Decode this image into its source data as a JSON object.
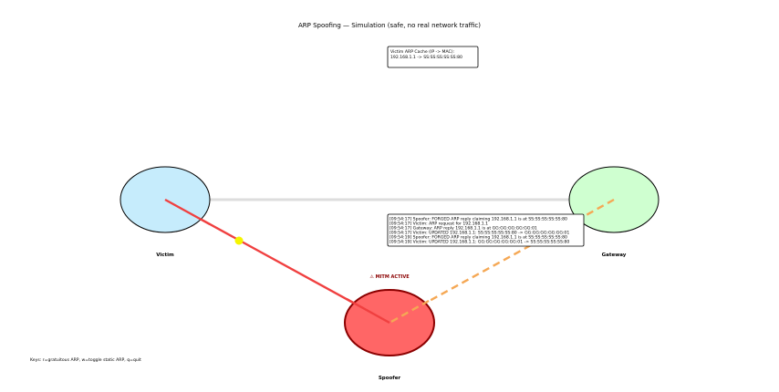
{
  "title": "ARP Spoofing — Simulation (safe, no real network traffic)",
  "nodes": {
    "victim": {
      "label": "Victim",
      "color": "#c6ecfc"
    },
    "gateway": {
      "label": "Gateway",
      "color": "#cfffd0"
    },
    "spoofer": {
      "label": "Spoofer",
      "color": "#ff6666",
      "border": "#8b0000"
    }
  },
  "links": {
    "direct": {
      "color": "#dddddd"
    },
    "victim_to_spoofer": {
      "color": "#f04040"
    },
    "gateway_to_spoofer": {
      "color": "#f5a855",
      "style": "dashed"
    },
    "packet": {
      "color": "#f5f500"
    }
  },
  "arp_cache": {
    "header": "Victim ARP Cache (IP -> MAC):",
    "entries": [
      "192.168.1.1 -> SS:SS:SS:SS:SS:80"
    ]
  },
  "mitm_label": "⚠ MITM ACTIVE",
  "log": [
    "[09:54:17] Spoofer: FORGED ARP reply claiming 192.168.1.1 is at SS:SS:SS:SS:SS:80",
    "[09:54:17] Victim: ARP request for 192.168.1.1",
    "[09:54:17] Gateway: ARP reply 192.168.1.1 is at GG:GG:GG:GG:GG:01",
    "[09:54:17] Victim: UPDATED 192.168.1.1: SS:SS:SS:SS:SS:80 -> GG:GG:GG:GG:GG:01",
    "[09:54:19] Spoofer: FORGED ARP reply claiming 192.168.1.1 is at SS:SS:SS:SS:SS:80",
    "[09:54:19] Victim: UPDATED 192.168.1.1: GG:GG:GG:GG:GG:01 -> SS:SS:SS:SS:SS:80"
  ],
  "keys": "Keys: r=gratuitous ARP, w=toggle static ARP, q=quit"
}
